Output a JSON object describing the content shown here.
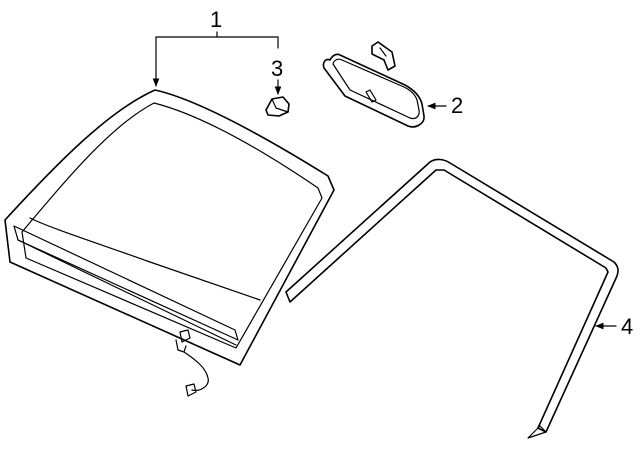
{
  "diagram": {
    "callouts": [
      {
        "id": "windshield",
        "label": "1"
      },
      {
        "id": "mirror",
        "label": "2"
      },
      {
        "id": "mirror-mount",
        "label": "3"
      },
      {
        "id": "molding",
        "label": "4"
      }
    ],
    "colors": {
      "line": "#000000",
      "glass": "#ffffff",
      "background": "#ffffff"
    }
  }
}
